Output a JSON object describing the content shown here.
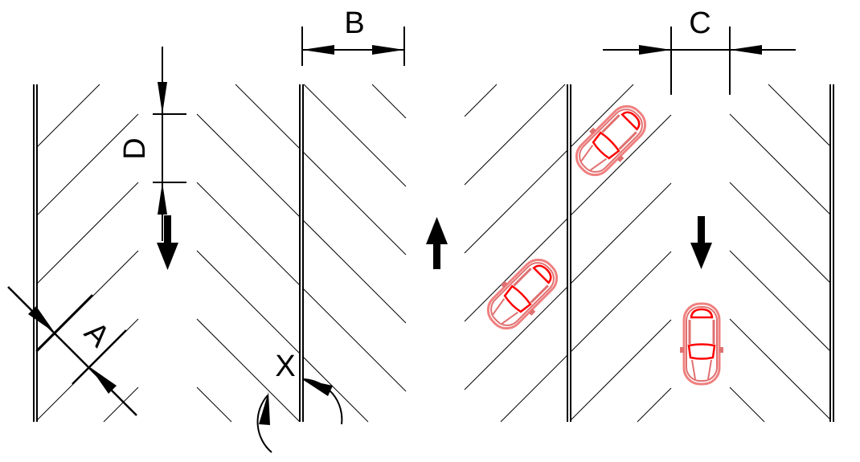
{
  "labels": {
    "a": "A",
    "b": "B",
    "c": "C",
    "d": "D",
    "x": "X"
  },
  "colors": {
    "line": "#000000",
    "car_body": "#f08080",
    "car_glass": "#ff0000"
  }
}
